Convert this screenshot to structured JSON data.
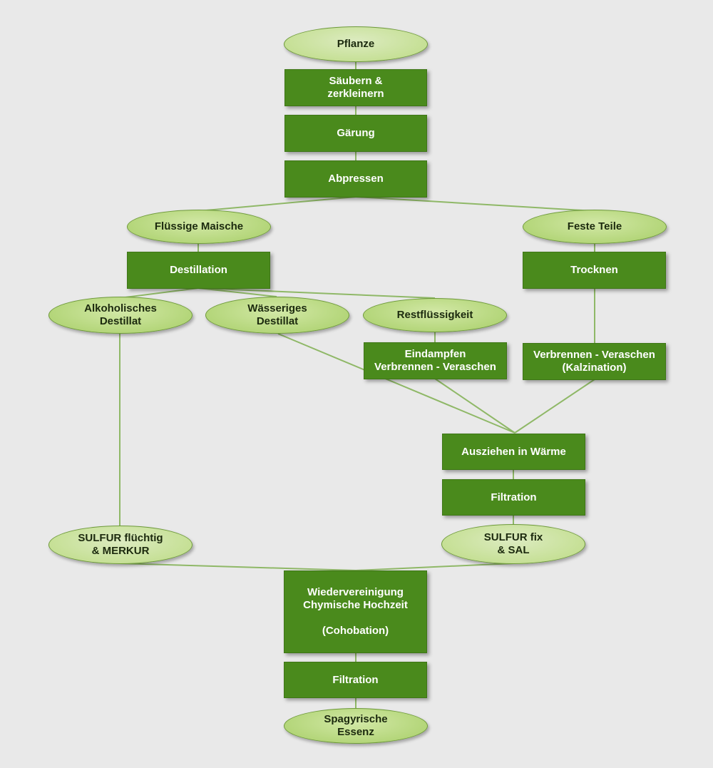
{
  "colors": {
    "background": "#e9e9e9",
    "box_fill": "#4a8a1c",
    "box_text": "#ffffff",
    "ellipse_fill": "#b4d67a",
    "ellipse_text": "#1c2a0e",
    "connector": "#8fb867"
  },
  "nodes": {
    "pflanze": "Pflanze",
    "saeubern": "Säubern &\nzerkleinern",
    "gaerung": "Gärung",
    "abpressen": "Abpressen",
    "fluessige_maische": "Flüssige Maische",
    "feste_teile": "Feste Teile",
    "destillation": "Destillation",
    "trocknen": "Trocknen",
    "alkoholisches_destillat": "Alkoholisches\nDestillat",
    "waesseriges_destillat": "Wässeriges\nDestillat",
    "restfluessigkeit": "Restflüssigkeit",
    "eindampfen": "Eindampfen\nVerbrennen - Veraschen",
    "verbrennen_kalzination": "Verbrennen - Veraschen\n(Kalzination)",
    "ausziehen": "Ausziehen in Wärme",
    "filtration_1": "Filtration",
    "sulfur_fluechtig": "SULFUR flüchtig\n& MERKUR",
    "sulfur_fix": "SULFUR fix\n& SAL",
    "wiedervereinigung": "Wiedervereinigung\nChymische Hochzeit\n\n(Cohobation)",
    "filtration_2": "Filtration",
    "spagyrische_essenz": "Spagyrische\nEssenz"
  }
}
